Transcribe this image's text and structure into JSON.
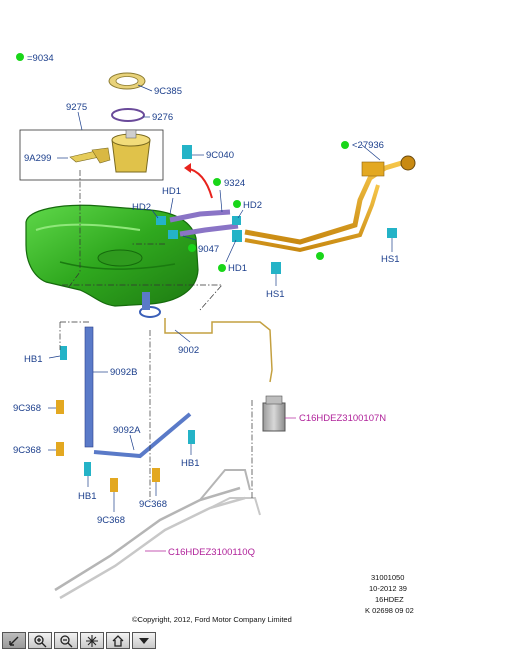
{
  "legend": {
    "marker_label": "=9034"
  },
  "parts": {
    "p9C385": "9C385",
    "p9275": "9275",
    "p9276": "9276",
    "p9A299": "9A299",
    "p9C040": "9C040",
    "p27936": "<27936",
    "p9324": "9324",
    "hd1_top": "HD1",
    "hd2_left": "HD2",
    "hd2_right": "HD2",
    "p9047": "9047",
    "hd1_mid": "HD1",
    "hs1_right": "HS1",
    "hs1_mid": "HS1",
    "p9002": "9002",
    "hb1_left": "HB1",
    "p9092B": "9092B",
    "p9C368_a": "9C368",
    "p9C368_b": "9C368",
    "p9092A": "9092A",
    "hb1_right": "HB1",
    "hb1_bottom": "HB1",
    "p9C368_c": "9C368",
    "p9C368_d": "9C368",
    "c16_107N": "C16HDEZ3100107N",
    "c16_110Q": "C16HDEZ3100110Q"
  },
  "stamp": {
    "line1": "31001050",
    "line2": "10-2012 39",
    "line3": "16HDEZ",
    "line4": "K 02698 09 02"
  },
  "copyright": "©Copyright, 2012, Ford Motor Company Limited",
  "colors": {
    "label": "#1c3f8c",
    "connector_label": "#b0229a",
    "green_dot": "#19d619",
    "tank": "#3fbf2a",
    "fuel_line": "#e3a821",
    "arrow": "#e8231d"
  },
  "toolbar": {
    "buttons": [
      "pan-icon",
      "zoom-in-icon",
      "zoom-out-icon",
      "fit-icon",
      "home-icon",
      "dropdown-icon"
    ]
  }
}
